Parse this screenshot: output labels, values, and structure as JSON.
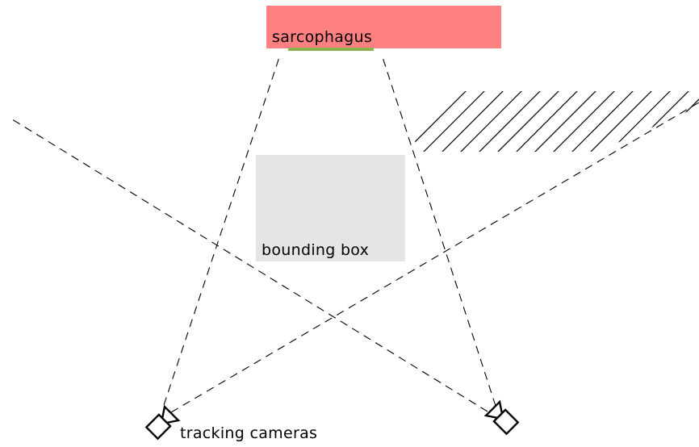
{
  "sarcophagus": {
    "label": "sarcophagus",
    "color": "#ff8080",
    "edge_color": "#8ab34a"
  },
  "bounding_box": {
    "label": "bounding box",
    "color": "#e5e5e5"
  },
  "cameras": {
    "label": "tracking cameras",
    "icon": "camera-icon"
  }
}
